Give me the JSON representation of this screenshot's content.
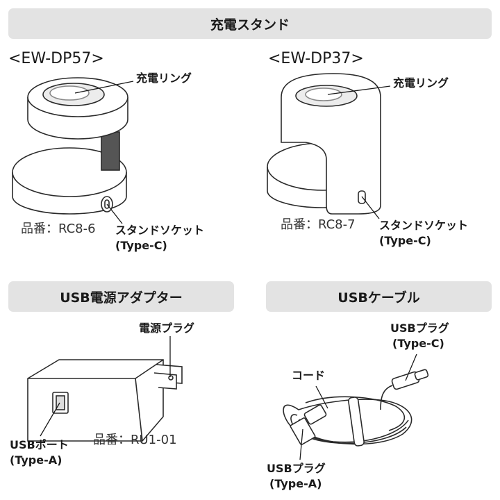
{
  "sections": {
    "stand": "充電スタンド",
    "adapter": "USB電源アダプター",
    "cable": "USBケーブル"
  },
  "dp57": {
    "model": "<EW-DP57>",
    "ring": "充電リング",
    "socket": "スタンドソケット",
    "socket_type": "(Type-C)",
    "part": "品番：RC8-6"
  },
  "dp37": {
    "model": "<EW-DP37>",
    "ring": "充電リング",
    "socket": "スタンドソケット",
    "socket_type": "(Type-C)",
    "part": "品番：RC8-7"
  },
  "adapter": {
    "plug": "電源プラグ",
    "port": "USBポート",
    "port_type": "(Type-A)",
    "part": "品番：RU1-01"
  },
  "cable": {
    "plug_c": "USBプラグ",
    "plug_c_type": "(Type-C)",
    "cord": "コード",
    "plug_a": "USBプラグ",
    "plug_a_type": "(Type-A)"
  }
}
